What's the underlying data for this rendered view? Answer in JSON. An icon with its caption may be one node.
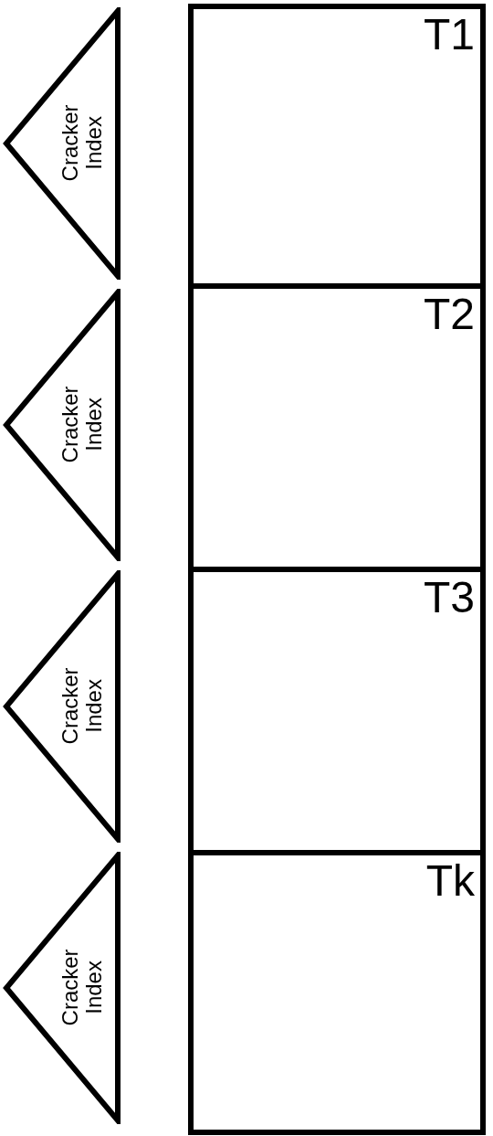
{
  "diagram": {
    "nodes": [
      {
        "text": [
          "Cracker Index"
        ]
      },
      {
        "text": [
          "T1"
        ]
      },
      {
        "text": [
          "Cracker Index"
        ]
      },
      {
        "text": [
          "T2"
        ]
      },
      {
        "text": [
          "Cracker Index"
        ]
      },
      {
        "text": [
          "T3"
        ]
      },
      {
        "text": [
          "Cracker Index"
        ]
      },
      {
        "text": [
          "Tk"
        ]
      }
    ]
  }
}
